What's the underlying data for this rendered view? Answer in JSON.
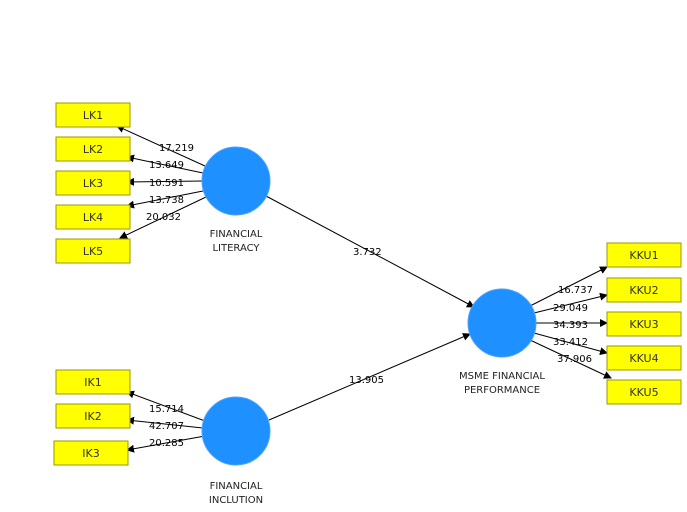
{
  "constructs": {
    "literacy": {
      "label_lines": [
        "FINANCIAL",
        "LITERACY"
      ]
    },
    "inclution": {
      "label_lines": [
        "FINANCIAL",
        "INCLUTION"
      ]
    },
    "performance": {
      "label_lines": [
        "MSME FINANCIAL",
        "PERFORMANCE"
      ]
    }
  },
  "indicators": {
    "literacy": [
      {
        "label": "LK1",
        "weight": "17.219"
      },
      {
        "label": "LK2",
        "weight": "13.649"
      },
      {
        "label": "LK3",
        "weight": "10.591"
      },
      {
        "label": "LK4",
        "weight": "13.738"
      },
      {
        "label": "LK5",
        "weight": "20.032"
      }
    ],
    "inclution": [
      {
        "label": "IK1",
        "weight": "15.714"
      },
      {
        "label": "IK2",
        "weight": "42.707"
      },
      {
        "label": "IK3",
        "weight": "20.285"
      }
    ],
    "performance": [
      {
        "label": "KKU1",
        "weight": "16.737"
      },
      {
        "label": "KKU2",
        "weight": "29.049"
      },
      {
        "label": "KKU3",
        "weight": "34.393"
      },
      {
        "label": "KKU4",
        "weight": "33.412"
      },
      {
        "label": "KKU5",
        "weight": "37.906"
      }
    ]
  },
  "paths": {
    "literacy_to_performance": "3.732",
    "inclution_to_performance": "13.905"
  },
  "colors": {
    "construct_fill": "#1e90ff",
    "indicator_fill": "#ffff00",
    "indicator_border": "#9a9a00"
  }
}
